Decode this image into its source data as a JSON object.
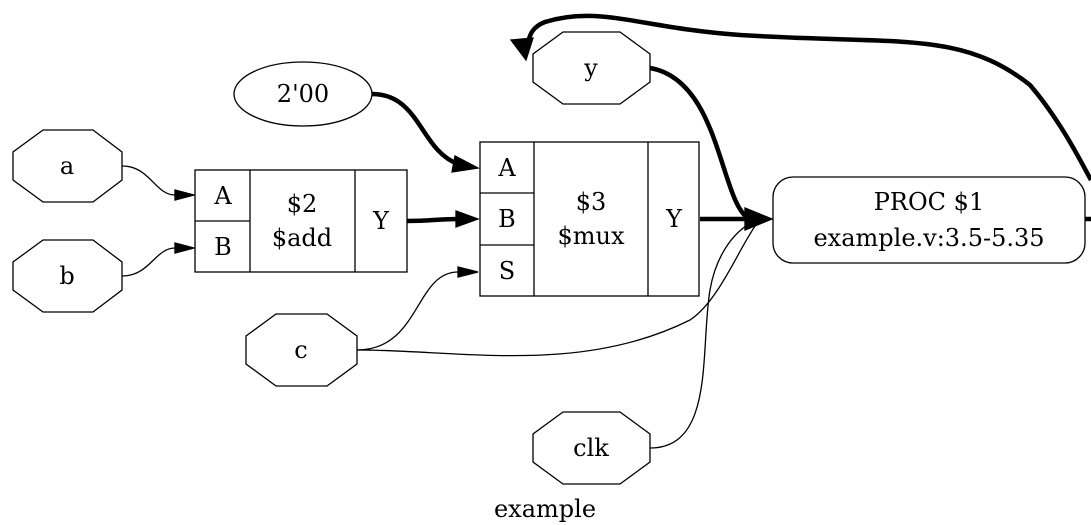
{
  "diagram": {
    "title": "example",
    "ports": {
      "a": "a",
      "b": "b",
      "c": "c",
      "clk": "clk",
      "y": "y"
    },
    "constant": "2'00",
    "add_cell": {
      "id": "$2",
      "type": "$add",
      "pin_a": "A",
      "pin_b": "B",
      "pin_y": "Y"
    },
    "mux_cell": {
      "id": "$3",
      "type": "$mux",
      "pin_a": "A",
      "pin_b": "B",
      "pin_s": "S",
      "pin_y": "Y"
    },
    "process": {
      "name": "PROC $1",
      "source": "example.v:3.5-5.35"
    }
  }
}
